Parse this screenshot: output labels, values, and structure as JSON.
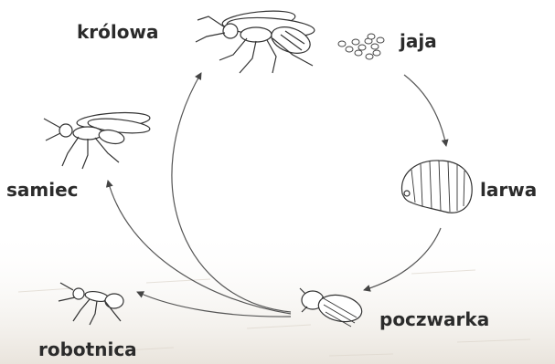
{
  "labels": {
    "queen": "królowa",
    "eggs": "jaja",
    "male": "samiec",
    "larva": "larwa",
    "pupa": "poczwarka",
    "worker": "robotnica"
  },
  "colors": {
    "ink": "#2b2b2b",
    "line": "#555555",
    "background": "#ffffff",
    "ground": "#eeeae4"
  },
  "icons": [
    "queen-ant-icon",
    "eggs-icon",
    "male-ant-icon",
    "larva-icon",
    "pupa-icon",
    "worker-ant-icon"
  ]
}
